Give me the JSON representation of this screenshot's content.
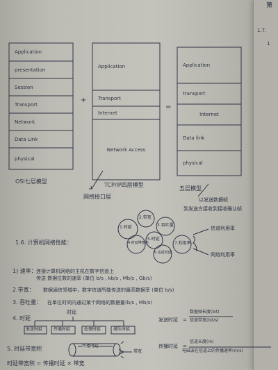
{
  "corner": {
    "page_top": "第",
    "heading": "1.7.",
    "mark": "1"
  },
  "osi": {
    "layers": [
      "Application",
      "presentation",
      "Session",
      "Transport",
      "Network",
      "Data Link",
      "physical"
    ],
    "caption": "OSI七层模型"
  },
  "plus": "+",
  "equals": "=",
  "tcpip": {
    "layers": [
      "Application",
      "Transport",
      "Internet",
      "Network Access"
    ],
    "caption": "TCP/IP四层模型",
    "network_access_note": "网络接口层"
  },
  "five_layer": {
    "layers": [
      "Application",
      "transport",
      "Internet",
      "Data link",
      "physical"
    ],
    "caption": "五层模型",
    "note_line1": "以发送数据帧",
    "note_line2": "到发送方接收到接收确认帧"
  },
  "section": {
    "title": "1.6. 计算机网络性能：",
    "bubbles": [
      "1.时延",
      "2.带宽",
      "3.吞吐量",
      "4.时延带宽积",
      "5.时延",
      "6.往返时延",
      "7.利用率"
    ],
    "utilization_items": [
      "信道利用率",
      "网络利用率"
    ],
    "items": [
      {
        "label": "1) 速率：",
        "text": "连接计算机网络的主机在数字信道上"
      },
      {
        "label": "",
        "text": "传送 数据位数的速率 (单位 b/s , kb/s , Mb/s , Gb/s)"
      },
      {
        "label": "2.带宽：",
        "text": "数据通信领域中，数字信道所能传送的最高数据率 (单位 b/s)"
      },
      {
        "label": "3. 吞吐量：",
        "text": "在单位时间内通过某个网络的数据量(b/s , Mb/s)"
      },
      {
        "label": "4. 时延",
        "text": ""
      }
    ],
    "delay_tree": {
      "root": "时延",
      "children": [
        "发送时延",
        "传播时延",
        "处理时延",
        "排队时延"
      ]
    },
    "send_delay": {
      "label": "发送时延",
      "eq": "=",
      "numerator": "数据帧长度(bit)",
      "denominator": "信道带宽(bit/s)"
    },
    "prop_delay": {
      "label": "传播时延",
      "eq": "=",
      "numerator": "信道长度(m)",
      "denominator": "电磁波在信道上的传播速率(m/s)"
    },
    "item5": {
      "label": "5. 时延带宽积",
      "pipe_label": "传播时延",
      "pipe_right": "带宽"
    },
    "formula": "时延带宽积 = 传播时延 × 带宽"
  }
}
